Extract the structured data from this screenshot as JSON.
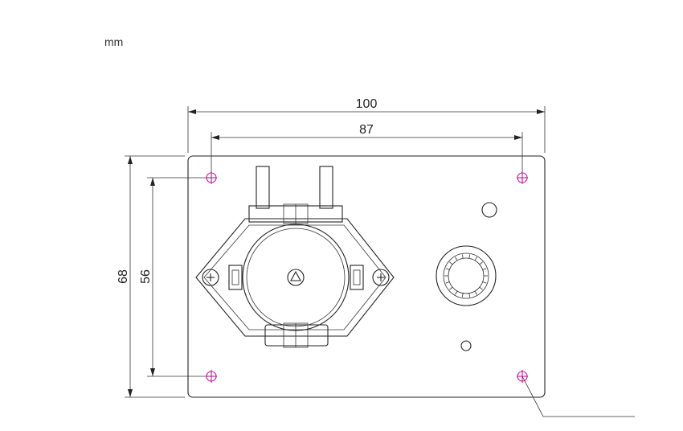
{
  "unit_label": "mm",
  "dimensions": {
    "plate_width": "100",
    "hole_spacing_horizontal": "87",
    "plate_height": "68",
    "hole_spacing_vertical": "56"
  },
  "colors": {
    "line": "#222222",
    "mounting_hole": "#c0189a",
    "background": "#ffffff"
  }
}
